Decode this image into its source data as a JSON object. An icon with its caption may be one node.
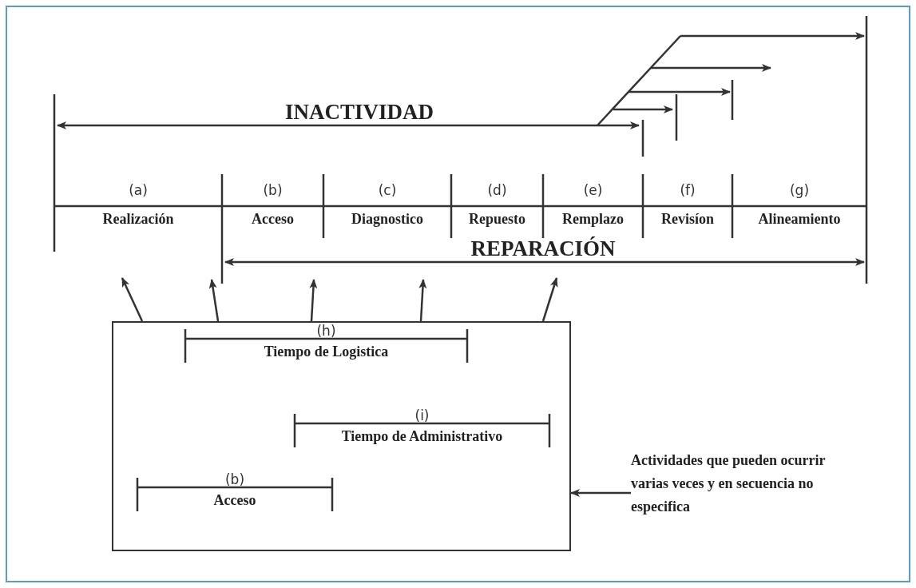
{
  "diagram": {
    "nodes": [
      {
        "text": [],
        "shape": "box"
      },
      {
        "text": [
          "(h)",
          "Tiempo de Logistica"
        ],
        "in": 0
      },
      {
        "text": [
          "(i)",
          "Tiempo de Administrativo"
        ],
        "in": 0
      },
      {
        "text": [
          "(b)",
          "Acceso"
        ],
        "in": 0
      },
      {
        "text": [
          "Actividades que pueden ocurrir varias veces y en secuencia no especifica"
        ]
      },
      {
        "text": [
          "(a)",
          "Realización"
        ]
      },
      {
        "text": [
          "(b)",
          "Acceso"
        ]
      },
      {
        "text": [
          "(c)",
          "Diagnostico"
        ]
      },
      {
        "text": [
          "(d)",
          "Repuesto"
        ]
      },
      {
        "text": [
          "(e)",
          "Remplazo"
        ]
      },
      {
        "text": [
          "(f)",
          "Revisíon"
        ]
      },
      {
        "text": [
          "(g)",
          "Alineamiento"
        ]
      }
    ],
    "edges": [
      {
        "from": 0,
        "to": null,
        "arrow": "to"
      },
      {
        "from": 0,
        "to": null,
        "arrow": "to"
      },
      {
        "from": 0,
        "to": null,
        "arrow": "to"
      },
      {
        "from": 0,
        "to": null,
        "arrow": "to"
      },
      {
        "from": 0,
        "to": null,
        "arrow": "to"
      },
      {
        "from": 4,
        "to": 0,
        "arrow": "to"
      }
    ],
    "labels": [
      "INACTIVIDAD",
      "REPARACIÓN"
    ]
  }
}
